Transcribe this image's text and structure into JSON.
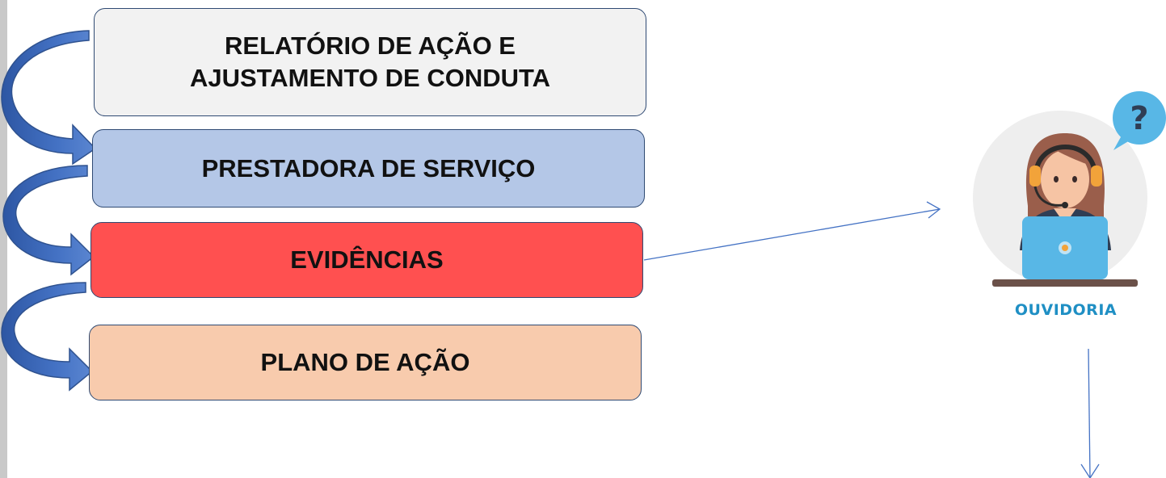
{
  "boxes": [
    {
      "line1": "RELATÓRIO DE AÇÃO E",
      "line2": "AJUSTAMENTO DE CONDUTA",
      "fill": "#f2f2f2"
    },
    {
      "line1": "PRESTADORA DE SERVIÇO",
      "fill": "#b4c7e7"
    },
    {
      "line1": "EVIDÊNCIAS",
      "fill": "#ff5050"
    },
    {
      "line1": "PLANO DE AÇÃO",
      "fill": "#f8cbad"
    }
  ],
  "ouvidoria": {
    "label": "OUVIDORIA",
    "icon": "call-center-agent-icon",
    "label_color": "#1f8fc4"
  },
  "colors": {
    "curved_arrow": "#4472c4",
    "connector": "#4472c4",
    "box_border": "#2f4a73"
  }
}
